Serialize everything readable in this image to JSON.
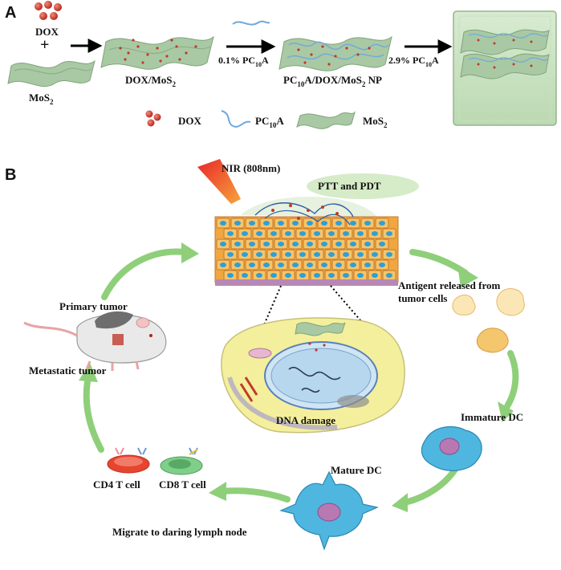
{
  "panel_a": {
    "letter": "A",
    "dox_label": "DOX",
    "plus": "+",
    "mos2_label": {
      "main": "MoS",
      "sub": "2"
    },
    "dox_mos2_label": {
      "main": "DOX/MoS",
      "sub": "2"
    },
    "step1_label": {
      "prefix": "0.1% PC",
      "sub": "10",
      "suffix": "A"
    },
    "np_label": {
      "p1": "PC",
      "s1": "10",
      "p2": "A/DOX/MoS",
      "s2": "2",
      "p3": " NP"
    },
    "step2_label": {
      "prefix": "2.9% PC",
      "sub": "10",
      "suffix": "A"
    },
    "legend": {
      "dox": "DOX",
      "pc10a": {
        "main": "PC",
        "sub": "10",
        "suffix": "A"
      },
      "mos2": {
        "main": "MoS",
        "sub": "2"
      }
    }
  },
  "panel_b": {
    "letter": "B",
    "nir_label": "NIR (808nm)",
    "ptt_pdt_label": "PTT and PDT",
    "antigen_label_line1": "Antigent released from",
    "antigen_label_line2": "tumor cells",
    "primary_tumor_label": "Primary tumor",
    "metastatic_tumor_label": "Metastatic tumor",
    "dna_damage_label": "DNA damage",
    "immature_dc_label": "Immature DC",
    "mature_dc_label": "Mature DC",
    "cd4_label": "CD4 T cell",
    "cd8_label": "CD8 T  cell",
    "migrate_label": "Migrate to daring lymph node"
  },
  "colors": {
    "sheet_green": "#a9c9a4",
    "dox_red": "#c0392b",
    "polymer_blue": "#6fa8dc",
    "arrow_green": "#8fcf7a",
    "tumor_orange": "#f0a641",
    "cell_yellow": "#f4ef9c",
    "dc_blue": "#4fb6e0"
  }
}
